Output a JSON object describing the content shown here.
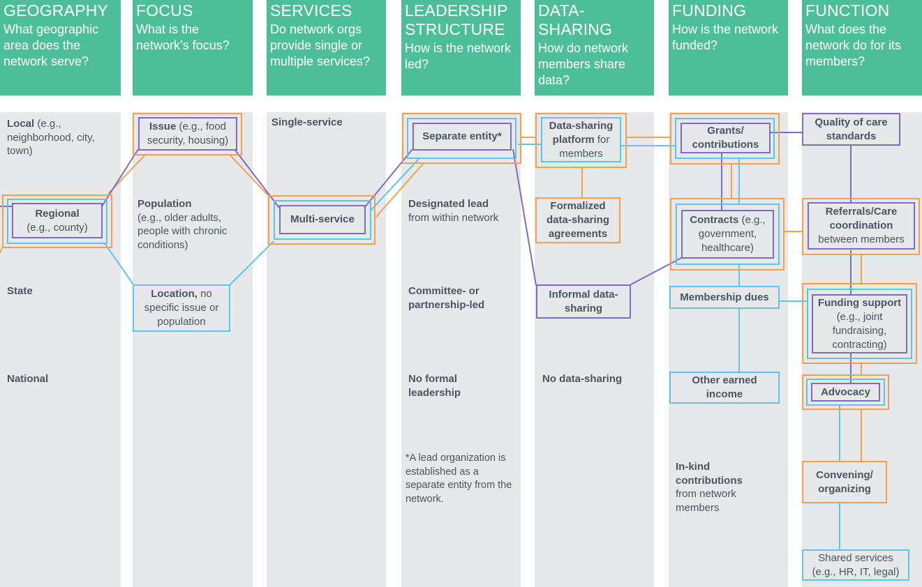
{
  "colors": {
    "header": "#4cbf98",
    "column_bg": "#e6e8e9",
    "orange": "#f4a053",
    "cyan": "#5ec4ea",
    "purple": "#7d6cc4",
    "text": "#4a5560"
  },
  "headers": {
    "geography": {
      "title": "GEOGRAPHY",
      "question": "What geographic area does the network serve?"
    },
    "focus": {
      "title": "FOCUS",
      "question": "What is the network’s focus?"
    },
    "services": {
      "title": "SERVICES",
      "question": "Do network orgs provide single or multiple services?"
    },
    "leadership": {
      "title": "LEADERSHIP STRUCTURE",
      "question": "How is the network led?"
    },
    "datasharing": {
      "title": "DATA-SHARING",
      "question": "How do network members share data?"
    },
    "funding": {
      "title": "FUNDING",
      "question": "How is the network funded?"
    },
    "function": {
      "title": "FUNCTION",
      "question": "What does the network do for its members?"
    }
  },
  "geography": {
    "local": {
      "bold": "Local",
      "rest": " (e.g., neighborhood, city, town)"
    },
    "regional": {
      "bold": "Regional",
      "rest": "(e.g., county)"
    },
    "state": "State",
    "national": "National"
  },
  "focus": {
    "issue": {
      "bold": "Issue",
      "rest": " (e.g., food security, housing)"
    },
    "population": {
      "bold": "Population",
      "rest": "(e.g., older adults, people with chronic conditions)"
    },
    "location": {
      "bold": "Location,",
      "rest": " no specific issue or population"
    }
  },
  "services": {
    "single": "Single-service",
    "multi": "Multi-service"
  },
  "leadership": {
    "separate": "Separate entity*",
    "designated": {
      "bold": "Designated lead",
      "rest": "from within network"
    },
    "committee": "Committee- or partnership-led",
    "none": "No formal leadership",
    "footnote": "*A lead organization is established as a separate entity from the network."
  },
  "datasharing": {
    "platform": {
      "bold": "Data-sharing platform",
      "rest": " for members"
    },
    "formalized": "Formalized data-sharing agreements",
    "informal": "Informal data-sharing",
    "none": "No data-sharing"
  },
  "funding": {
    "grants": "Grants/ contributions",
    "contracts": {
      "bold": "Contracts",
      "rest": " (e.g., government, healthcare)"
    },
    "dues": "Membership dues",
    "earned": "Other earned income",
    "inkind": {
      "bold": "In-kind contributions",
      "rest": "from network members"
    }
  },
  "function": {
    "quality": "Quality of care standards",
    "referrals": {
      "bold": "Referrals/Care coordination",
      "rest": "between members"
    },
    "funding_support": {
      "bold": "Funding support",
      "rest": " (e.g., joint fundraising, contracting)"
    },
    "advocacy": "Advocacy",
    "convening": "Convening/ organizing",
    "shared": "Shared services (e.g., HR, IT, legal)"
  }
}
